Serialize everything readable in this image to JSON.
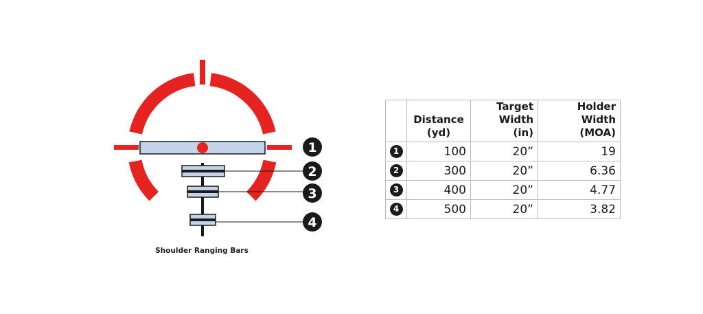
{
  "diagram": {
    "caption": "Shoulder Ranging Bars",
    "colors": {
      "reticle": "#e52421",
      "bar_fill": "#c3d3e8",
      "bar_stroke": "#1a1a1a",
      "callout": "#1a1a1a"
    },
    "callouts": [
      "1",
      "2",
      "3",
      "4"
    ]
  },
  "table": {
    "headers": [
      "",
      "Distance (yd)",
      "Target Width (in)",
      "Holder Width (MOA)"
    ],
    "header_lines": [
      [
        ""
      ],
      [
        "Distance",
        "(yd)"
      ],
      [
        "Target",
        "Width (in)"
      ],
      [
        "Holder",
        "Width (MOA)"
      ]
    ],
    "rows": [
      {
        "marker": "1",
        "distance": "100",
        "target_width": "20”",
        "holder_width": "19"
      },
      {
        "marker": "2",
        "distance": "300",
        "target_width": "20”",
        "holder_width": "6.36"
      },
      {
        "marker": "3",
        "distance": "400",
        "target_width": "20”",
        "holder_width": "4.77"
      },
      {
        "marker": "4",
        "distance": "500",
        "target_width": "20”",
        "holder_width": "3.82"
      }
    ]
  }
}
